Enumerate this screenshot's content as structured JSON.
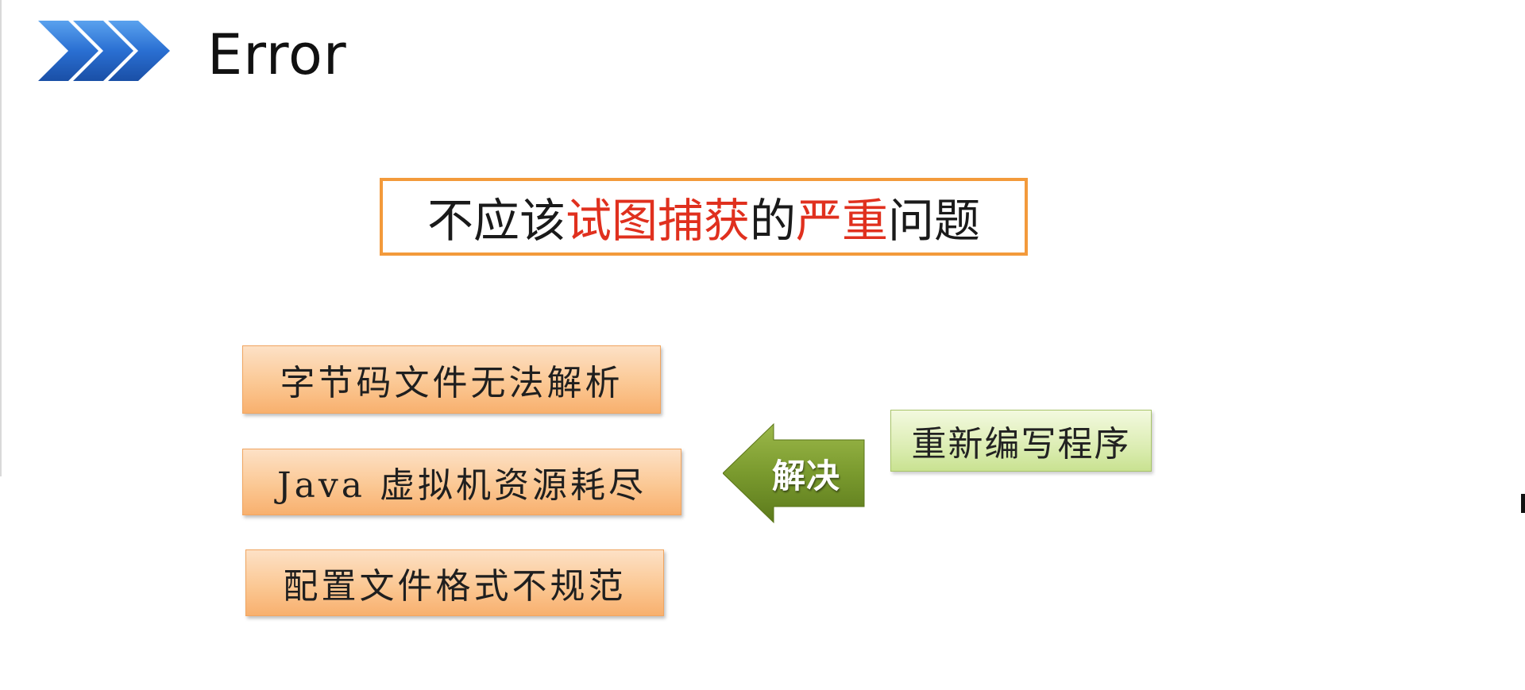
{
  "slide": {
    "title": "Error",
    "headline": {
      "part1": "不应该",
      "part2": "试图捕获",
      "part3": "的",
      "part4": "严重",
      "part5": "问题"
    },
    "causes": [
      "字节码文件无法解析",
      "Java 虚拟机资源耗尽",
      "配置文件格式不规范"
    ],
    "arrow_label": "解决",
    "solution": "重新编写程序"
  },
  "colors": {
    "title_chevron": "#1f5fc0",
    "headline_border": "#f39a3b",
    "headline_highlight": "#e0301e",
    "cause_fill": "#fbc894",
    "arrow_fill": "#7a9a2e",
    "solution_fill": "#dcedb3"
  },
  "icons": {
    "title_icon": "triple-chevron-right-icon",
    "arrow_icon": "left-arrow-icon"
  }
}
